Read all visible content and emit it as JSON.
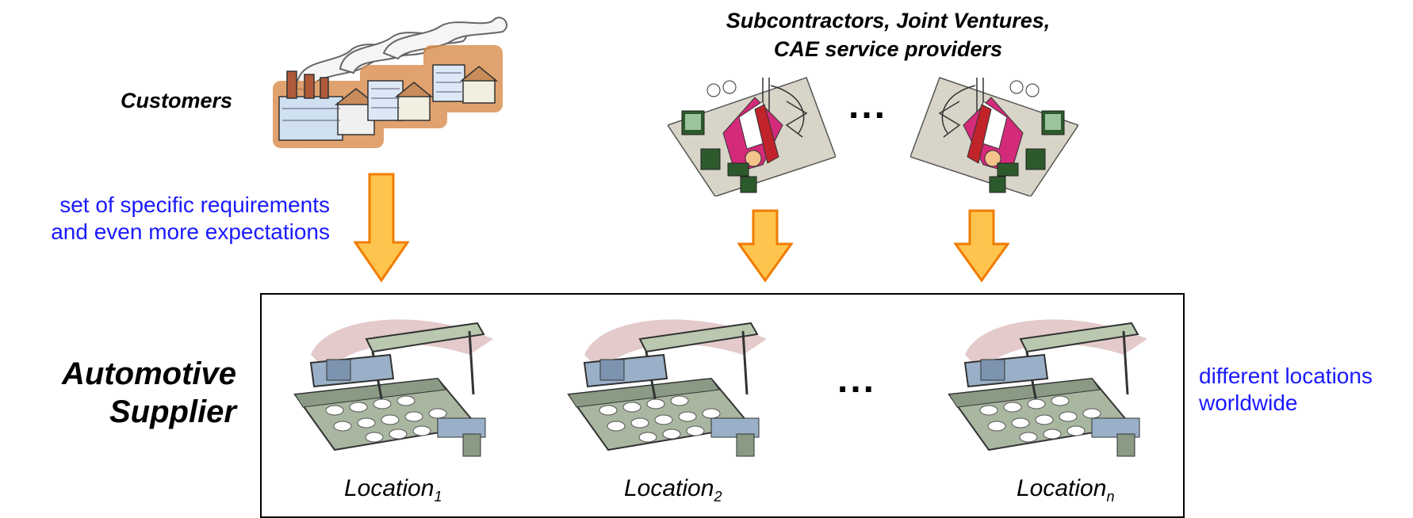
{
  "customers": {
    "label": "Customers"
  },
  "partners": {
    "label_line1": "Subcontractors, Joint Ventures,",
    "label_line2": "CAE service providers",
    "ellipsis": "..."
  },
  "requirements_note": {
    "line1": "set of specific requirements",
    "line2": "and even more expectations"
  },
  "supplier": {
    "label_line1": "Automotive",
    "label_line2": "Supplier",
    "ellipsis": "...",
    "locations": [
      {
        "name": "Location",
        "sub": "1"
      },
      {
        "name": "Location",
        "sub": "2"
      },
      {
        "name": "Location",
        "sub": "n"
      }
    ]
  },
  "locations_note": {
    "line1": "different locations",
    "line2": "worldwide"
  },
  "colors": {
    "arrow_fill": "#ffc44d",
    "arrow_stroke": "#f07c00",
    "note_text": "#1a1aff"
  }
}
